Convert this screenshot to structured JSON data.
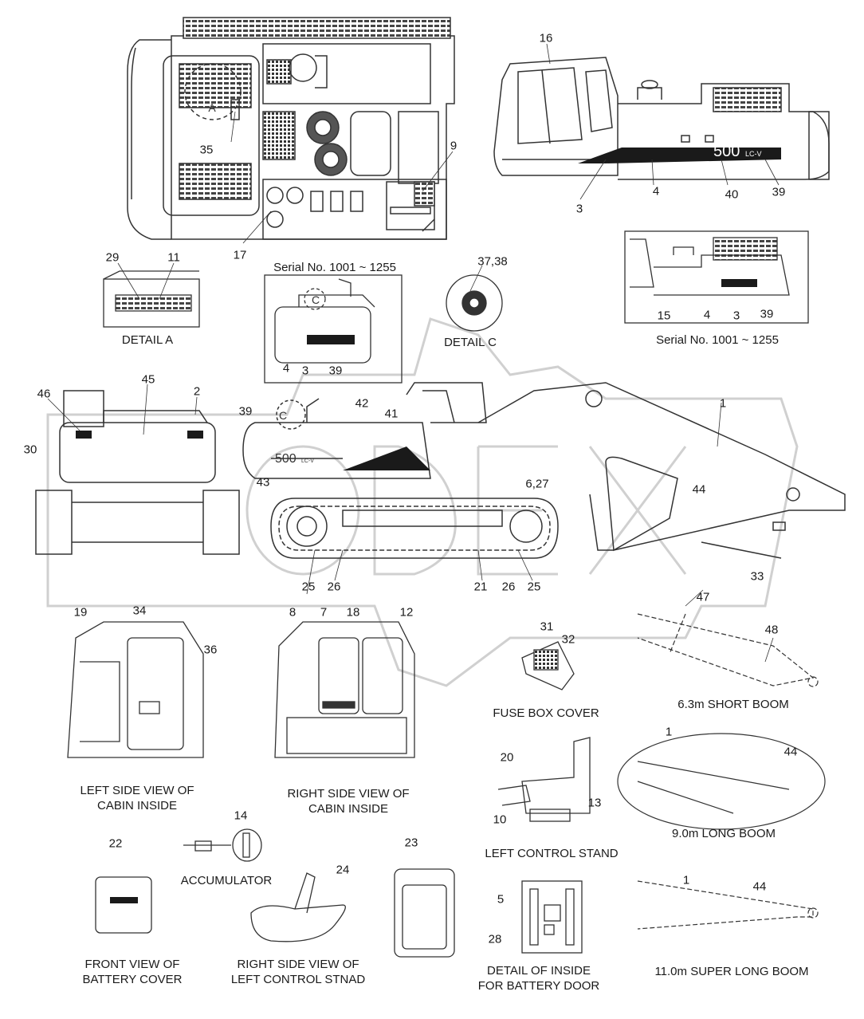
{
  "colors": {
    "line": "#333333",
    "fill_dark": "#1a1a1a",
    "watermark": "#d9d9d9"
  },
  "captions": {
    "serial_mid": "Serial No. 1001 ~ 1255",
    "serial_right": "Serial No. 1001 ~ 1255",
    "detail_a": "DETAIL A",
    "detail_c": "DETAIL C",
    "fuse_box": "FUSE BOX COVER",
    "short_boom": "6.3m SHORT BOOM",
    "long_boom": "9.0m LONG BOOM",
    "super_long_boom": "11.0m SUPER LONG BOOM",
    "left_cabin_1": "LEFT SIDE VIEW OF",
    "left_cabin_2": "CABIN INSIDE",
    "right_cabin_1": "RIGHT SIDE VIEW OF",
    "right_cabin_2": "CABIN INSIDE",
    "left_control": "LEFT CONTROL STAND",
    "accumulator": "ACCUMULATOR",
    "battery_cover_1": "FRONT VIEW OF",
    "battery_cover_2": "BATTERY COVER",
    "right_control_1": "RIGHT SIDE VIEW OF",
    "right_control_2": "LEFT CONTROL  STNAD",
    "battery_door_1": "DETAIL OF INSIDE",
    "battery_door_2": "FOR BATTERY DOOR"
  },
  "decal_text": {
    "model_main": "500",
    "model_suffix": "LC-V",
    "detail_letter_a": "A",
    "detail_letter_c": "C",
    "detail_letter_c2": "C"
  },
  "part_numbers": {
    "p16": "16",
    "p9": "9",
    "p35": "35",
    "p17": "17",
    "p3_top": "3",
    "p4_top": "4",
    "p40": "40",
    "p39_top": "39",
    "p29": "29",
    "p11": "11",
    "p37_38": "37,38",
    "p4_mid": "4",
    "p3_mid": "3",
    "p39_mid": "39",
    "p15": "15",
    "p4_right": "4",
    "p3_right": "3",
    "p39_right": "39",
    "p46": "46",
    "p45": "45",
    "p2": "2",
    "p30": "30",
    "p39_side": "39",
    "p42": "42",
    "p41": "41",
    "p43": "43",
    "p1_side": "1",
    "p44_side": "44",
    "p6_27": "6,27",
    "p25_a": "25",
    "p26_a": "26",
    "p21": "21",
    "p26_b": "26",
    "p25_b": "25",
    "p33": "33",
    "p47": "47",
    "p48": "48",
    "p19": "19",
    "p34": "34",
    "p36": "36",
    "p8": "8",
    "p7": "7",
    "p18": "18",
    "p12": "12",
    "p31": "31",
    "p32": "32",
    "p1_long": "1",
    "p44_long": "44",
    "p20": "20",
    "p13": "13",
    "p10": "10",
    "p14": "14",
    "p22": "22",
    "p24": "24",
    "p23": "23",
    "p5": "5",
    "p28": "28",
    "p1_super": "1",
    "p44_super": "44"
  }
}
